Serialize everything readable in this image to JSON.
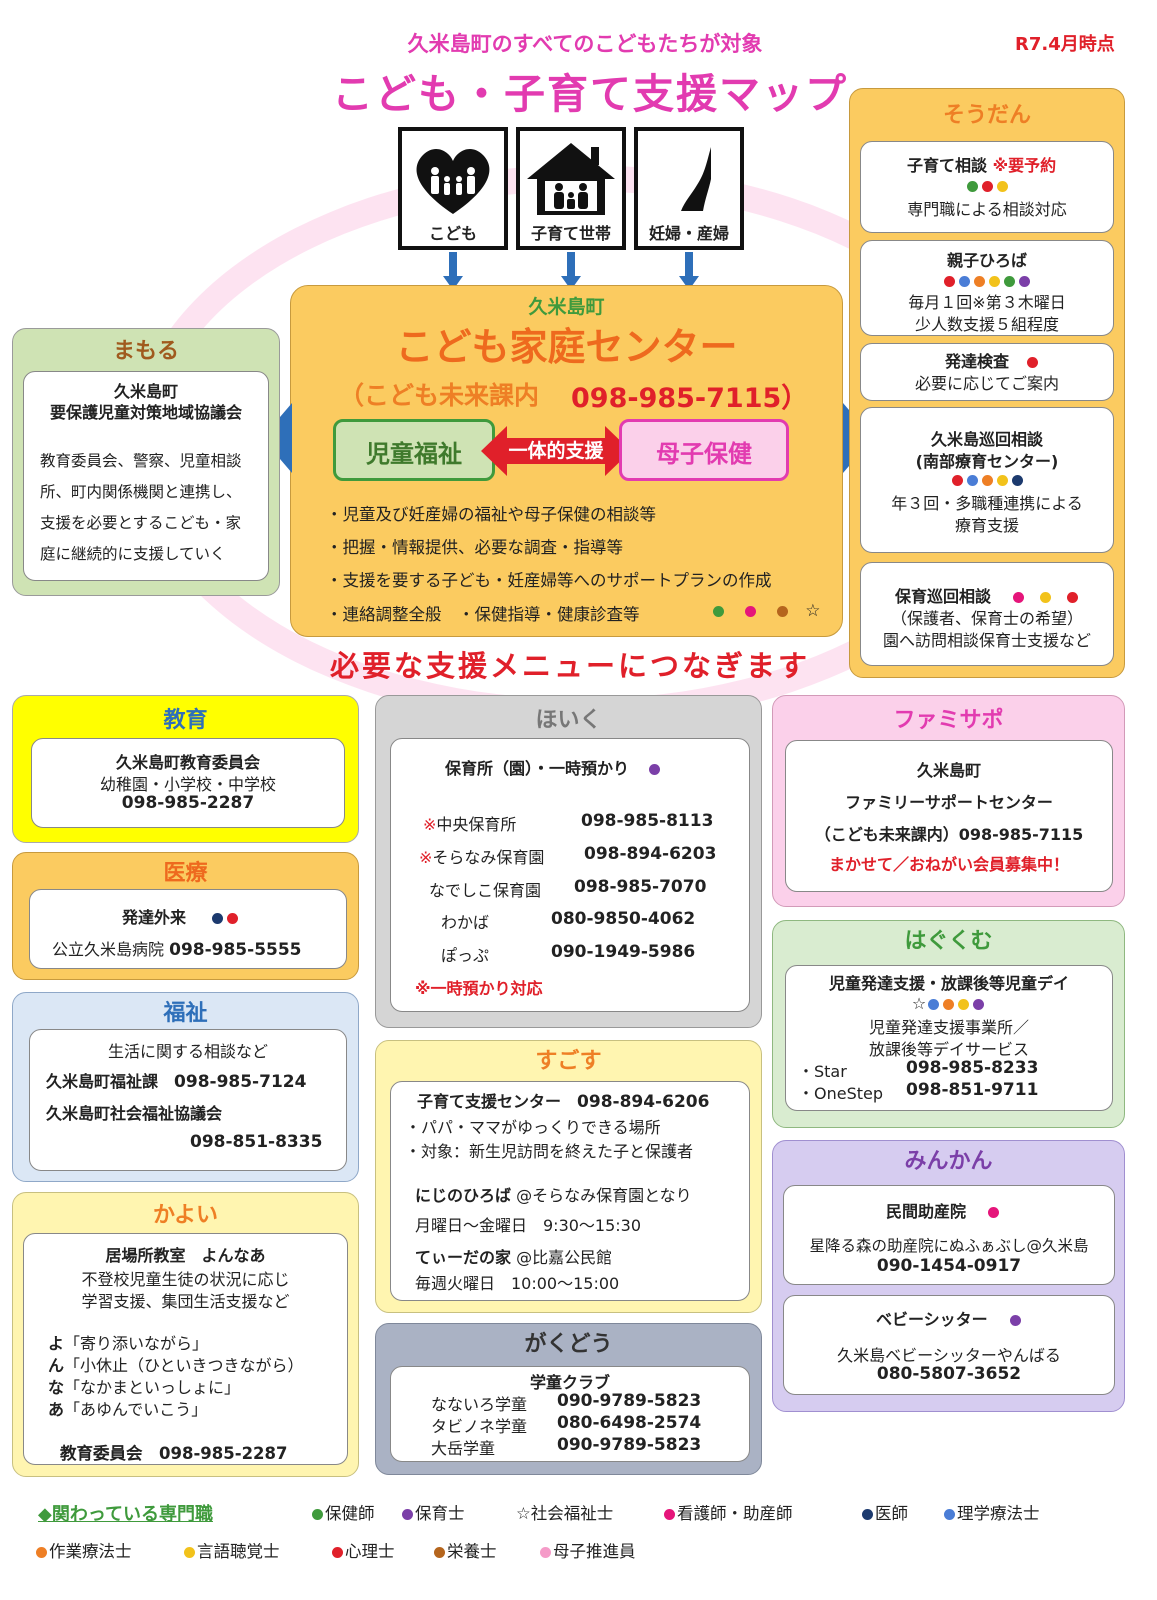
{
  "header": {
    "subtitle": "久米島町のすべてのこどもたちが対象",
    "title": "こども・子育て支援マップ",
    "date": "R7.4月時点"
  },
  "colors": {
    "pink": "#e23bb0",
    "red": "#e0202a",
    "orange": "#ee7f25",
    "blue": "#2e6fb9",
    "center_bg": "#fbcb60"
  },
  "targets": [
    {
      "label": "こども",
      "icon": "family-heart-icon"
    },
    {
      "label": "子育て世帯",
      "icon": "house-family-icon"
    },
    {
      "label": "妊婦・産婦",
      "icon": "pregnant-woman-icon"
    }
  ],
  "center": {
    "org": "久米島町",
    "name": "こども家庭センター",
    "dept": "（こども未来課内",
    "phone": "098-985-7115）",
    "left_box": "児童福祉",
    "middle": "一体的支援",
    "right_box": "母子保健",
    "bullets": [
      "・児童及び妊産婦の福祉や母子保健の相談等",
      "・把握・情報提供、必要な調査・指導等",
      "・支援を要する子ども・妊産婦等へのサポートプランの作成",
      "・連絡調整全般　・保健指導・健康診査等"
    ],
    "star": "☆"
  },
  "tagline": "必要な支援メニューにつなぎます",
  "mamoru": {
    "title": "まもる",
    "line1": "久米島町",
    "line2": "要保護児童対策地域協議会",
    "body": [
      "教育委員会、警察、児童相談",
      "所、町内関係機関と連携し、",
      "支援を必要とするこども・家",
      "庭に継続的に支援していく"
    ]
  },
  "soudan": {
    "title": "そうだん",
    "cards": [
      {
        "title": "子育て相談",
        "note": "※要予約",
        "desc1": "専門職による相談対応",
        "desc2": ""
      },
      {
        "title": "親子ひろば",
        "desc1": "毎月１回※第３木曜日",
        "desc2": "少人数支援５組程度"
      },
      {
        "title": "発達検査",
        "desc1": "必要に応じてご案内"
      },
      {
        "title": "久米島巡回相談",
        "sub": "(南部療育センター)",
        "desc1": "年３回・多職種連携による",
        "desc2": "療育支援"
      },
      {
        "title": "保育巡回相談",
        "desc1": "（保護者、保育士の希望）",
        "desc2": "園へ訪問相談保育士支援など"
      }
    ]
  },
  "kyouiku": {
    "title": "教育",
    "line1": "久米島町教育委員会",
    "line2": "幼稚園・小学校・中学校",
    "phone": "098-985-2287"
  },
  "iryou": {
    "title": "医療",
    "line1": "発達外来",
    "line2": "公立久米島病院",
    "phone": "098-985-5555"
  },
  "fukushi": {
    "title": "福祉",
    "line0": "生活に関する相談など",
    "org1": "久米島町福祉課",
    "phone1": "098-985-7124",
    "org2": "久米島町社会福祉協議会",
    "phone2": "098-851-8335"
  },
  "kayoi": {
    "title": "かよい",
    "name": "居場所教室　よんなあ",
    "desc1": "不登校児童生徒の状況に応じ",
    "desc2": "学習支援、集団生活支援など",
    "acrostic": [
      {
        "k": "よ",
        "v": "「寄り添いながら」"
      },
      {
        "k": "ん",
        "v": "「小休止（ひといきつきながら）"
      },
      {
        "k": "な",
        "v": "「なかまといっしょに」"
      },
      {
        "k": "あ",
        "v": "「あゆんでいこう」"
      }
    ],
    "contact": "教育委員会　098-985-2287"
  },
  "hoiku": {
    "title": "ほいく",
    "head": "保育所（園）・一時預かり",
    "rows": [
      {
        "mark": "※",
        "name": "中央保育所",
        "phone": "098-985-8113"
      },
      {
        "mark": "※",
        "name": "そらなみ保育園",
        "phone": "098-894-6203"
      },
      {
        "mark": "",
        "name": "なでしこ保育園",
        "phone": "098-985-7070"
      },
      {
        "mark": "",
        "name": "わかば",
        "phone": "080-9850-4062"
      },
      {
        "mark": "",
        "name": "ぽっぷ",
        "phone": "090-1949-5986"
      }
    ],
    "note": "※一時預かり対応"
  },
  "sugosu": {
    "title": "すごす",
    "center": "子育て支援センター",
    "phone": "098-894-6206",
    "b1": "・パパ・ママがゆっくりできる場所",
    "b2": "・対象：新生児訪問を終えた子と保護者",
    "p1name": "にじのひろば",
    "p1loc": " @そらなみ保育園となり",
    "p1time": "月曜日～金曜日　9:30～15:30",
    "p2name": "てぃーだの家",
    "p2loc": " @比嘉公民館",
    "p2time": "毎週火曜日　10:00～15:00"
  },
  "gakudou": {
    "title": "がくどう",
    "head": "学童クラブ",
    "rows": [
      {
        "name": "なないろ学童",
        "phone": "090-9789-5823"
      },
      {
        "name": "タビノネ学童",
        "phone": "080-6498-2574"
      },
      {
        "name": "大岳学童",
        "phone": "090-9789-5823"
      }
    ]
  },
  "famisapo": {
    "title": "ファミサポ",
    "l1": "久米島町",
    "l2": "ファミリーサポートセンター",
    "l3": "（こども未来課内）098-985-7115",
    "l4": "まかせて／おねがい会員募集中！"
  },
  "hagukumu": {
    "title": "はぐくむ",
    "head": "児童発達支援・放課後等児童デイ",
    "star": "☆",
    "l1": "児童発達支援事業所／",
    "l2": "放課後等デイサービス",
    "r1name": "・Star",
    "r1phone": "098-985-8233",
    "r2name": "・OneStep",
    "r2phone": "098-851-9711"
  },
  "minkan": {
    "title": "みんかん",
    "c1head": "民間助産院",
    "c1name": "星降る森の助産院にぬふぁぶし@久米島",
    "c1phone": "090-1454-0917",
    "c2head": "ベビーシッター",
    "c2name": "久米島ベビーシッターやんばる",
    "c2phone": "080-5807-3652"
  },
  "legend": {
    "heading": "◆関わっている専門職",
    "items": [
      {
        "label": "保健師",
        "color": "#3f9a3c"
      },
      {
        "label": "保育士",
        "color": "#7b3fa8"
      },
      {
        "label": "社会福祉士",
        "color": "star"
      },
      {
        "label": "看護師・助産師",
        "color": "#e5157a"
      },
      {
        "label": "医師",
        "color": "#1c3a6e"
      },
      {
        "label": "理学療法士",
        "color": "#4a7dd6"
      },
      {
        "label": "作業療法士",
        "color": "#ee7f25"
      },
      {
        "label": "言語聴覚士",
        "color": "#f2c21b"
      },
      {
        "label": "心理士",
        "color": "#e0202a"
      },
      {
        "label": "栄養士",
        "color": "#b5651d"
      },
      {
        "label": "母子推進員",
        "color": "#f59bc8"
      }
    ]
  }
}
